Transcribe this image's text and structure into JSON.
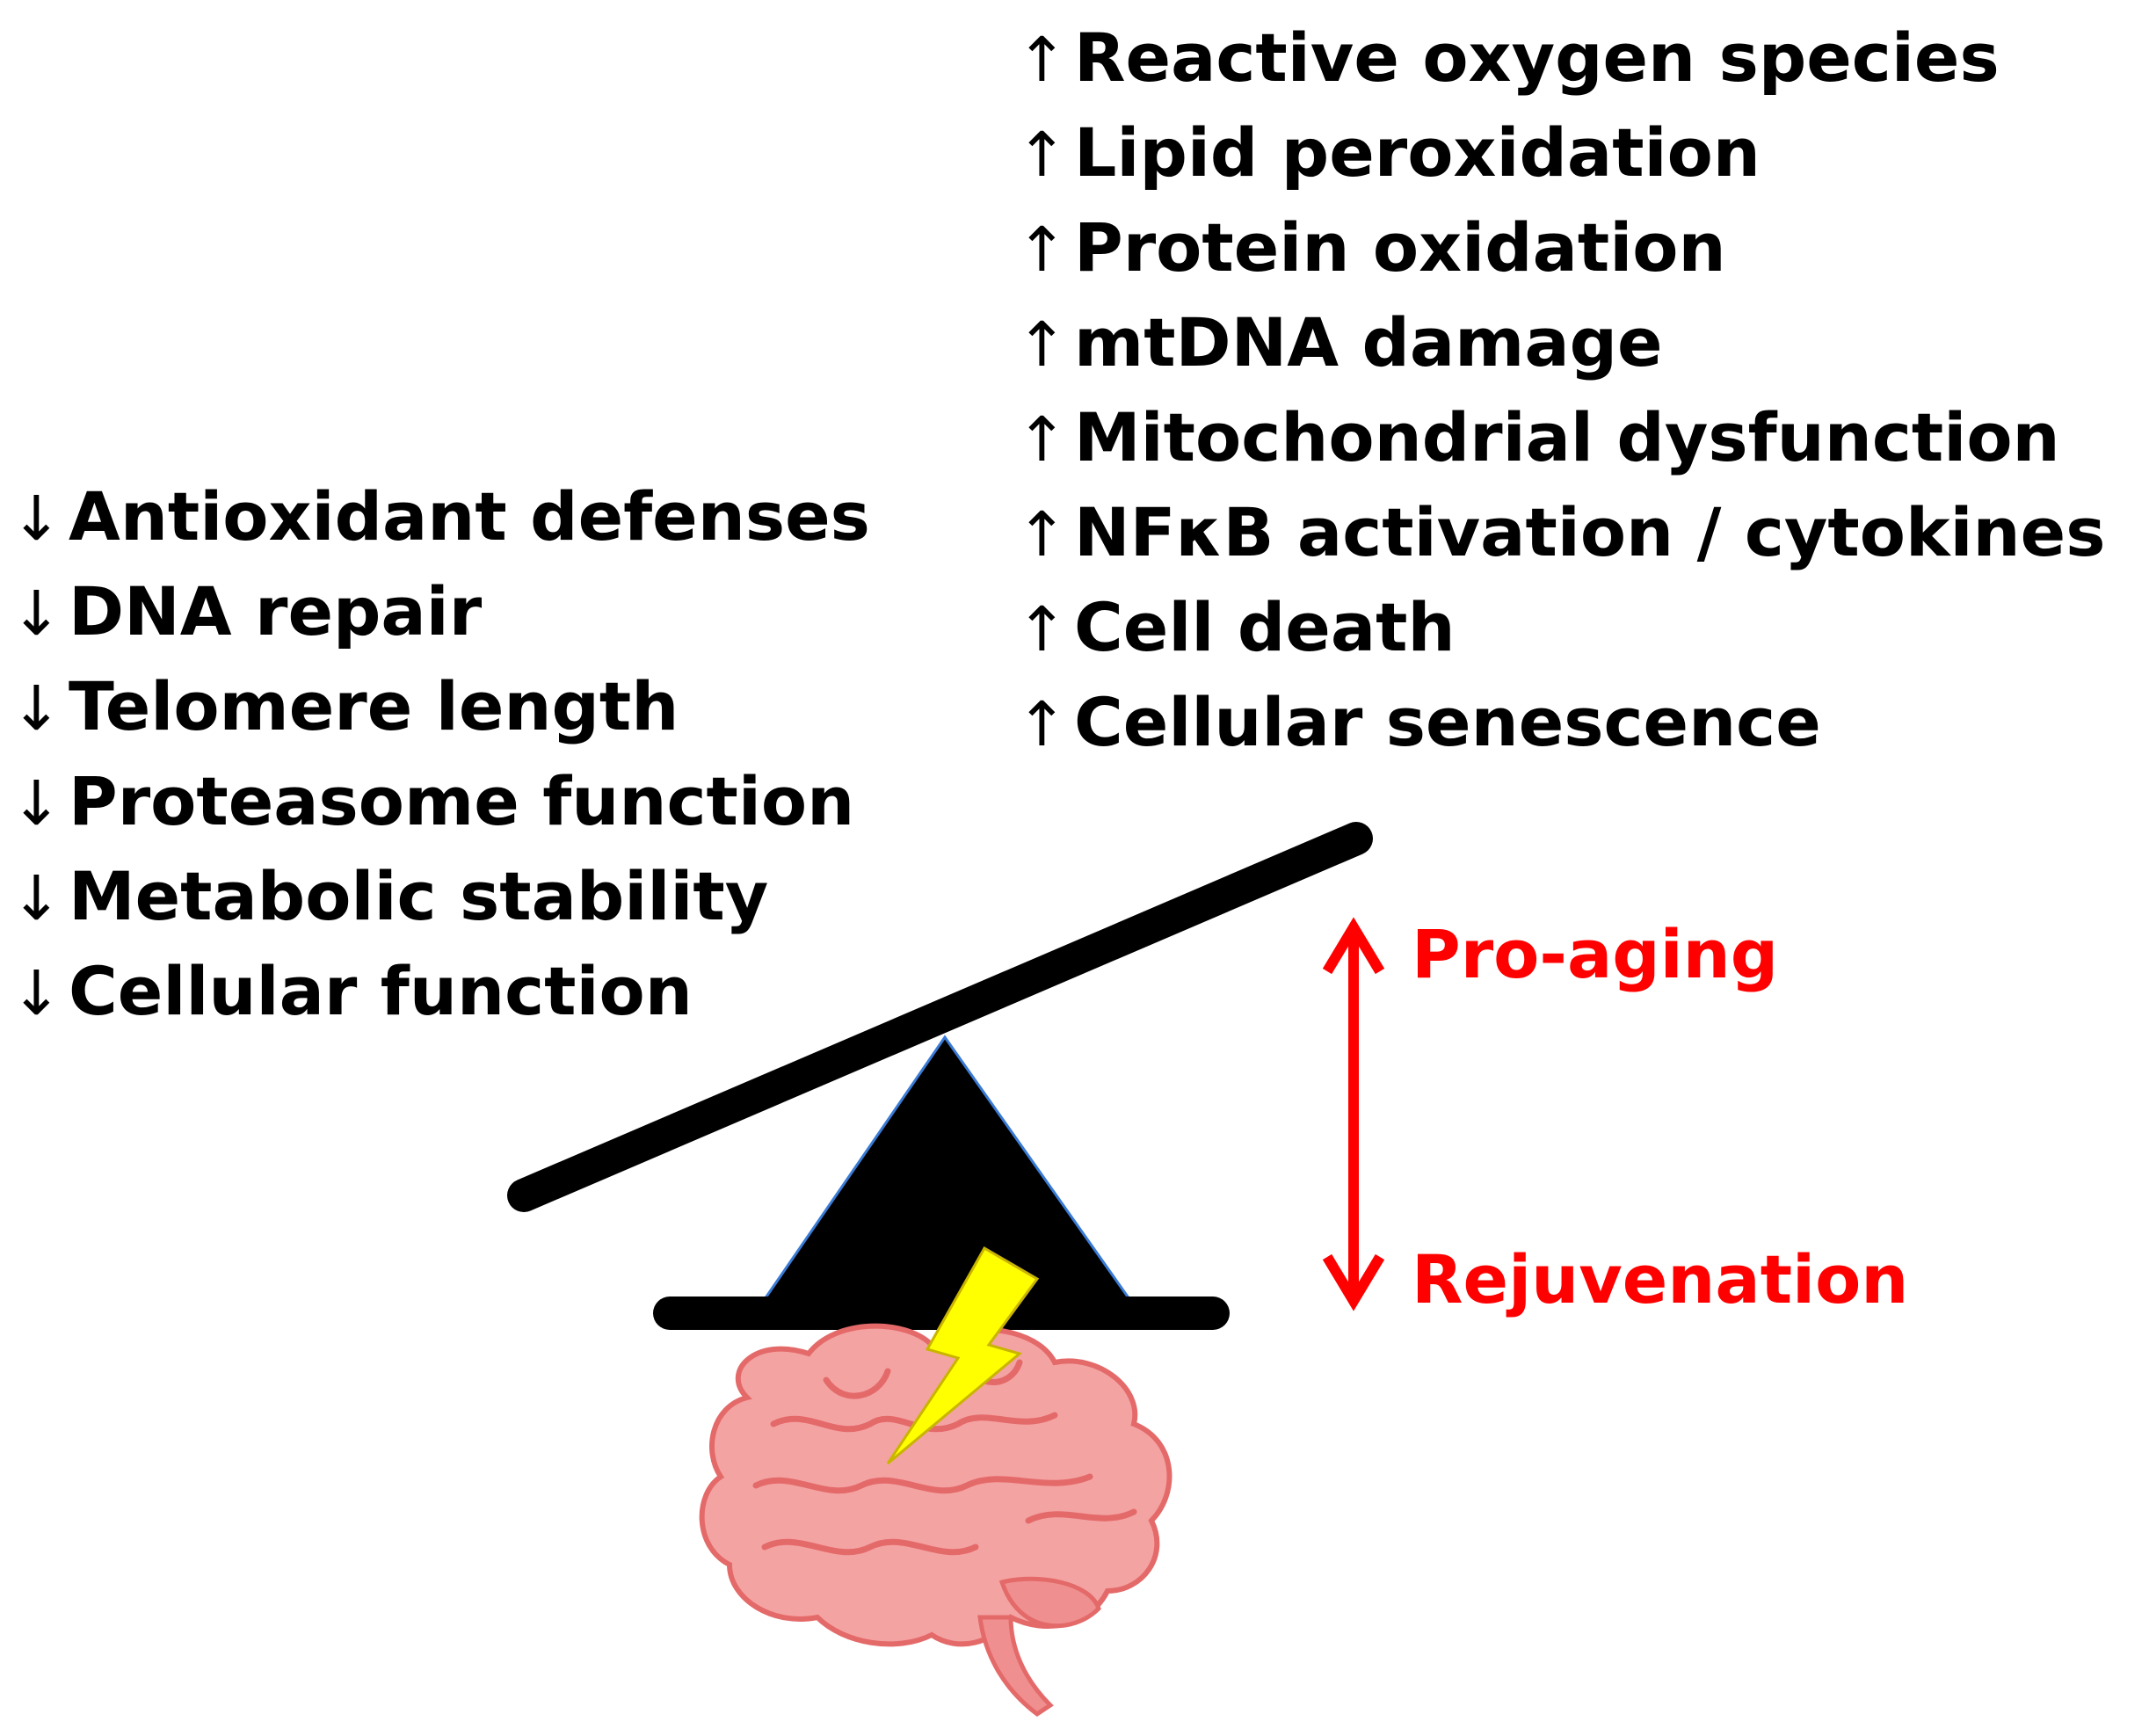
{
  "down_symbol": "↓",
  "up_symbol": "↑",
  "decreased_items": [
    "Antioxidant defenses",
    "DNA repair",
    "Telomere length",
    "Proteasome function",
    "Metabolic stability",
    "Cellular function"
  ],
  "increased_items": [
    "Reactive oxygen species",
    "Lipid peroxidation",
    "Protein oxidation",
    "mtDNA damage",
    "Mitochondrial dysfunction",
    "NFκB  activation / cytokines",
    "Cell death",
    "Cellular senescence"
  ],
  "axis": {
    "top_label": "Pro-aging",
    "bottom_label": "Rejuvenation"
  },
  "colors": {
    "text": "#000000",
    "axis": "#ff0000",
    "lightning": "#ffff00",
    "brain_fill": "#f4a3a3",
    "brain_lines": "#e46a6a",
    "beam": "#000000"
  },
  "icons": {
    "lightning": "lightning-bolt-icon",
    "brain": "brain-icon",
    "axis_arrow": "double-headed-arrow-icon"
  }
}
